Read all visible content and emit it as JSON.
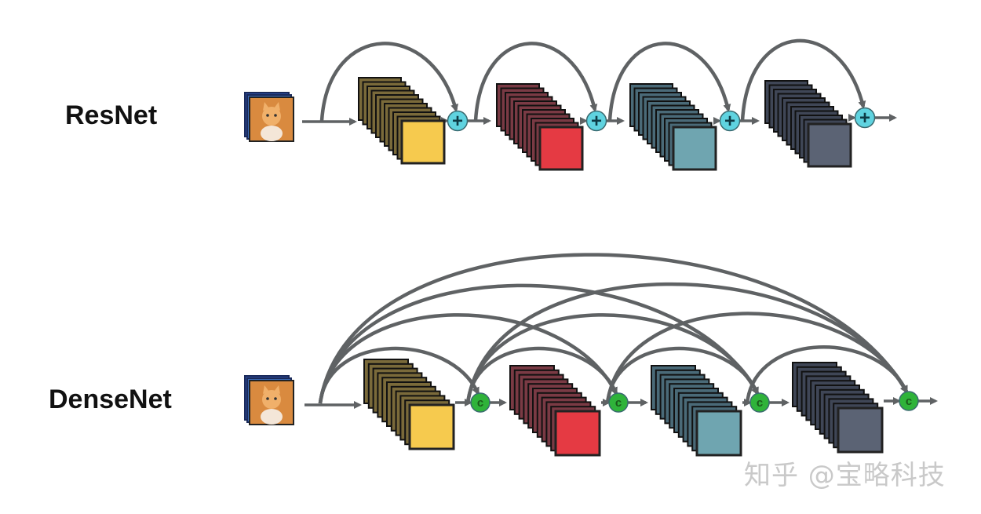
{
  "diagrams": [
    {
      "title": "ResNet",
      "merge_symbol": "+",
      "merge_color": "#5fd3e0",
      "skip_pattern": "each block to the next merge only"
    },
    {
      "title": "DenseNet",
      "merge_symbol": "c",
      "merge_color": "#2fb33a",
      "skip_pattern": "every earlier point to every later merge"
    }
  ],
  "blocks": [
    {
      "color": "#f6ca4e",
      "layer_color": "#7a6a3a"
    },
    {
      "color": "#e53a43",
      "layer_color": "#7a3a44"
    },
    {
      "color": "#6fa5b0",
      "layer_color": "#4a6a78"
    },
    {
      "color": "#5b6374",
      "layer_color": "#3f4656"
    }
  ],
  "input_icon": "cat-photo-icon",
  "arrow_color": "#5f6264",
  "watermark": "知乎 @宝略科技"
}
